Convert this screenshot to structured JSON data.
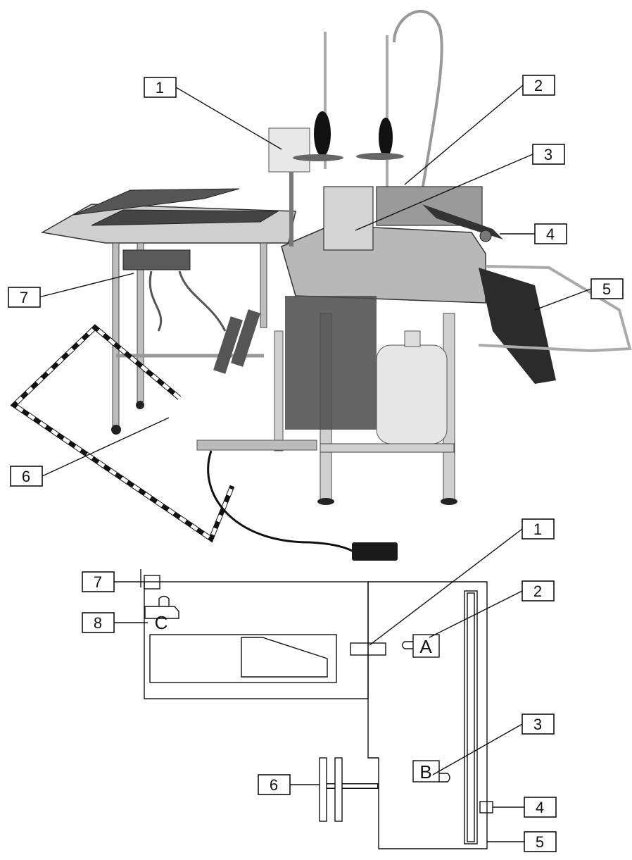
{
  "photo_callouts": [
    {
      "id": "p1",
      "number": "1"
    },
    {
      "id": "p2",
      "number": "2"
    },
    {
      "id": "p3",
      "number": "3"
    },
    {
      "id": "p4",
      "number": "4"
    },
    {
      "id": "p5",
      "number": "5"
    },
    {
      "id": "p6",
      "number": "6"
    },
    {
      "id": "p7",
      "number": "7"
    }
  ],
  "schematic_callouts": [
    {
      "id": "s1",
      "number": "1"
    },
    {
      "id": "s2",
      "number": "2"
    },
    {
      "id": "s3",
      "number": "3"
    },
    {
      "id": "s4",
      "number": "4"
    },
    {
      "id": "s5",
      "number": "5"
    },
    {
      "id": "s6",
      "number": "6"
    },
    {
      "id": "s7",
      "number": "7"
    },
    {
      "id": "s8",
      "number": "8"
    }
  ],
  "schematic_letters": {
    "a": "A",
    "b": "B",
    "c": "C"
  },
  "colors": {
    "ink": "#111111",
    "machine_gray": "#8a8a8a",
    "dark": "#2b2b2b",
    "light": "#d8d8d8"
  }
}
